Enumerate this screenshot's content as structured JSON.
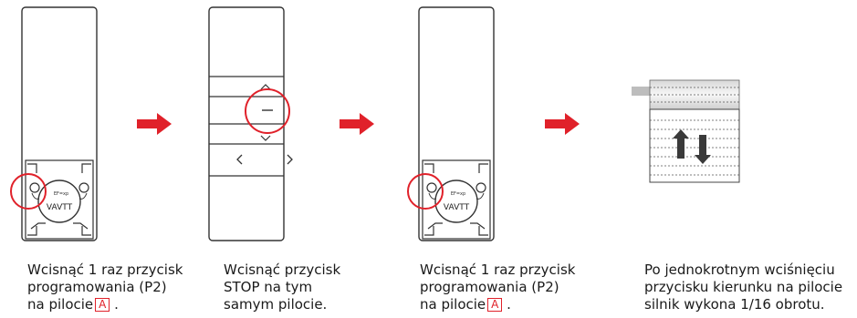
{
  "steps": [
    {
      "caption_lines": [
        "Wcisnąć 1 raz przycisk",
        "programowania (P2)"
      ],
      "caption_tail": "na pilocie",
      "badge": "A",
      "after_badge": " .",
      "remote_label_small": "EF=xp",
      "remote_label": "VAVTT"
    },
    {
      "caption_lines": [
        "Wcisnąć przycisk",
        "STOP na tym",
        "samym pilocie."
      ],
      "keys": {
        "up": "^",
        "stop": "–",
        "down": "v",
        "left": "<",
        "right": ">"
      }
    },
    {
      "caption_lines": [
        "Wcisnąć 1 raz przycisk",
        "programowania (P2)"
      ],
      "caption_tail": "na pilocie",
      "badge": "A",
      "after_badge": " .",
      "remote_label_small": "EF=xp",
      "remote_label": "VAVTT"
    },
    {
      "caption_lines": [
        "Po jednokrotnym wciśnięciu",
        "przycisku kierunku na pilocie",
        "silnik wykona 1/16 obrotu."
      ]
    }
  ],
  "colors": {
    "accent": "#e0212a",
    "outline": "#333333"
  },
  "icons": [
    "right-arrow-icon",
    "up-arrow-icon",
    "down-arrow-icon"
  ]
}
